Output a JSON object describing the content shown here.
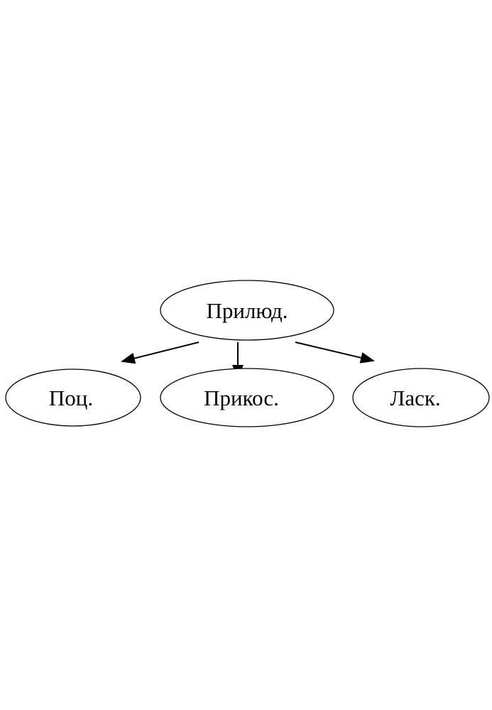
{
  "diagram": {
    "root": {
      "label": "Прилюд."
    },
    "children": [
      {
        "label": "Поц."
      },
      {
        "label": "Прикос."
      },
      {
        "label": "Ласк."
      }
    ],
    "colors": {
      "stroke": "#000000",
      "background": "#ffffff"
    }
  }
}
